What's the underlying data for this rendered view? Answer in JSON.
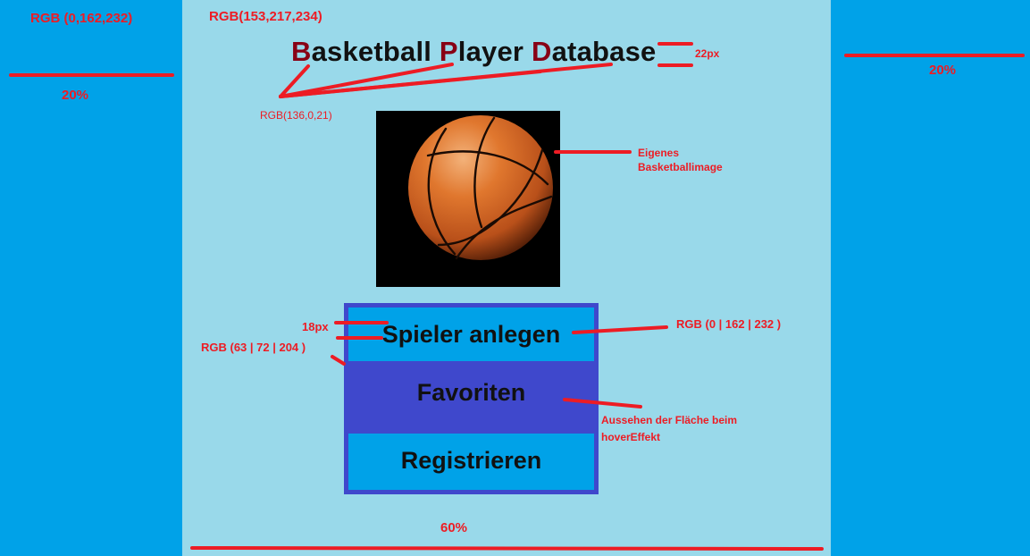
{
  "colors": {
    "side_columns": "#00A2E8",
    "center_column": "#99D9EA",
    "title_capitals": "#880015",
    "menu_border": "#3F48CC",
    "annotation": "#ED1C24"
  },
  "title": {
    "parts": [
      {
        "cap": "B",
        "rest": "asketball "
      },
      {
        "cap": "P",
        "rest": "layer "
      },
      {
        "cap": "D",
        "rest": "atabase"
      }
    ]
  },
  "image": {
    "icon": "basketball-image"
  },
  "menu": {
    "items": [
      {
        "label": "Spieler anlegen"
      },
      {
        "label": "Favoriten"
      },
      {
        "label": "Registrieren"
      }
    ]
  },
  "annotations": {
    "left_column_color": "RGB (0,162,232)",
    "center_column_color": "RGB(153,217,234)",
    "left_width": "20%",
    "right_width": "20%",
    "center_width": "60%",
    "title_font_size": "22px",
    "title_capitals_color": "RGB(136,0,21)",
    "image_note_line1": "Eigenes",
    "image_note_line2": "Basketballimage",
    "menu_font_size": "18px",
    "menu_border_color": "RGB (63 | 72 | 204 )",
    "menu_button_color": "RGB (0  | 162  | 232  )",
    "hover_note_line1": "Aussehen der Fläche beim",
    "hover_note_line2": "hoverEffekt"
  }
}
